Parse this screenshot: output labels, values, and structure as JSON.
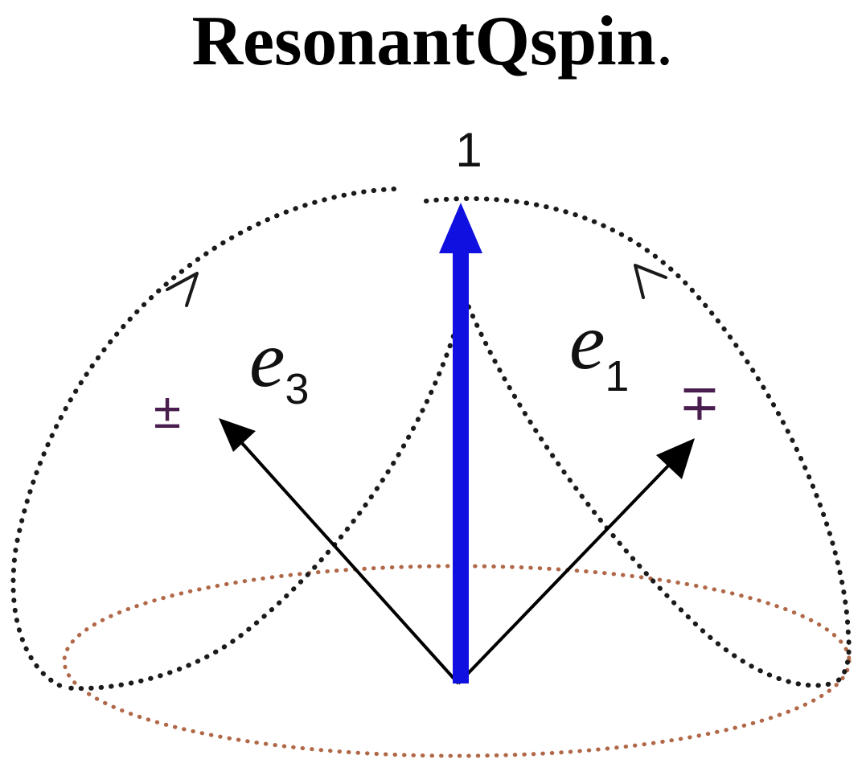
{
  "title": {
    "text": "ResonantQspin",
    "period": "."
  },
  "labels": {
    "top_vector": "1",
    "e3": {
      "base": "e",
      "sub": "3"
    },
    "e1": {
      "base": "e",
      "sub": "1"
    },
    "plus_minus": "±",
    "minus_plus": "∓"
  },
  "colors": {
    "background": "#ffffff",
    "title": "#000000",
    "main_vector": "#1010e0",
    "basis_vectors": "#000000",
    "dome_dots": "#1a1a1a",
    "equator_dots": "#b06848",
    "sign_color": "#4a1d4f"
  },
  "icons": {
    "left_orbit_arrow": "open-arrowhead-icon",
    "right_orbit_arrow": "open-arrowhead-icon"
  }
}
